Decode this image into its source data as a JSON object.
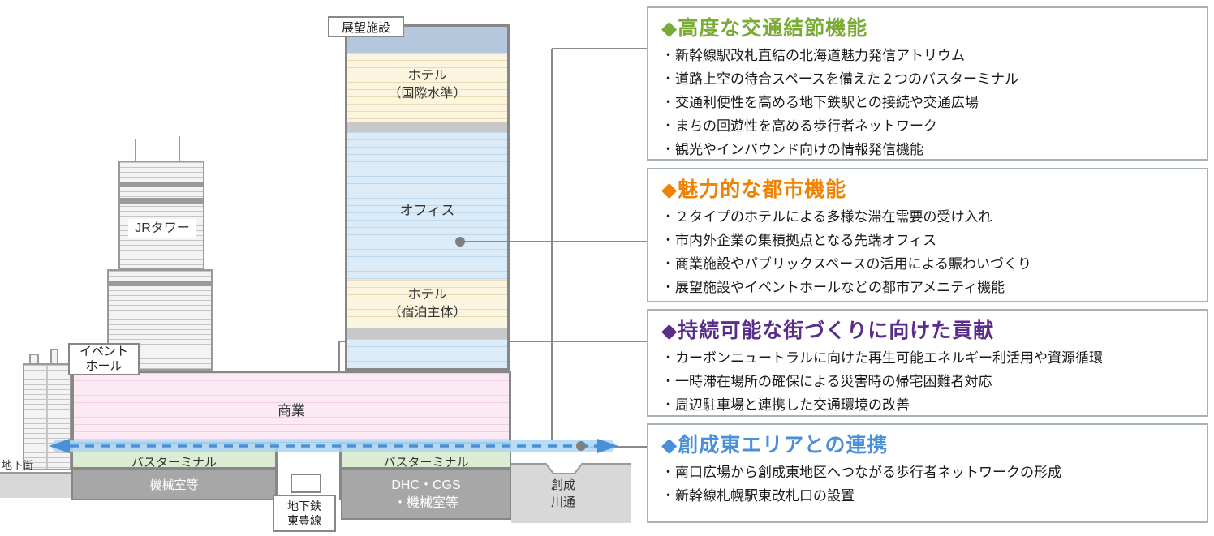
{
  "diagram": {
    "observation": "展望施設",
    "hotel_intl_1": "ホテル",
    "hotel_intl_2": "（国際水準）",
    "office": "オフィス",
    "hotel_stay_1": "ホテル",
    "hotel_stay_2": "（宿泊主体）",
    "jr_tower": "JRタワー",
    "event_hall_1": "イベント",
    "event_hall_2": "ホール",
    "commercial": "商業",
    "bus_terminal": "バスターミナル",
    "machine_room": "機械室等",
    "dhc_1": "DHC・CGS",
    "dhc_2": "・機械室等",
    "subway_1": "地下鉄",
    "subway_2": "東豊線",
    "underground": "地下街",
    "sosei_1": "創成",
    "sosei_2": "川通"
  },
  "panels": [
    {
      "title": "◆高度な交通結節機能",
      "title_color": "#7aab35",
      "items": [
        "・新幹線駅改札直結の北海道魅力発信アトリウム",
        "・道路上空の待合スペースを備えた２つのバスターミナル",
        "・交通利便性を高める地下鉄駅との接続や交通広場",
        "・まちの回遊性を高める歩行者ネットワーク",
        "・観光やインバウンド向けの情報発信機能"
      ]
    },
    {
      "title": "◆魅力的な都市機能",
      "title_color": "#ef8200",
      "items": [
        "・２タイプのホテルによる多様な滞在需要の受け入れ",
        "・市内外企業の集積拠点となる先端オフィス",
        "・商業施設やパブリックスペースの活用による賑わいづくり",
        "・展望施設やイベントホールなどの都市アメニティ機能"
      ]
    },
    {
      "title": "◆持続可能な街づくりに向けた貢献",
      "title_color": "#5b2d8a",
      "items": [
        "・カーボンニュートラルに向けた再生可能エネルギー利活用や資源循環",
        "・一時滞在場所の確保による災害時の帰宅困難者対応",
        "・周辺駐車場と連携した交通環境の改善"
      ]
    },
    {
      "title": "◆創成東エリアとの連携",
      "title_color": "#4a90d8",
      "items": [
        "・南口広場から創成東地区へつながる歩行者ネットワークの形成",
        "・新幹線札幌駅東改札口の設置"
      ]
    }
  ],
  "colors": {
    "building_outline": "#878787",
    "hotel_fill": "#fbf4df",
    "office_fill": "#dcebf8",
    "commercial_fill": "#fbe9f3",
    "bus_terminal_fill": "#dcecd2",
    "machine_fill": "#a7a7a7",
    "route_arrow": "#4a90d8"
  }
}
